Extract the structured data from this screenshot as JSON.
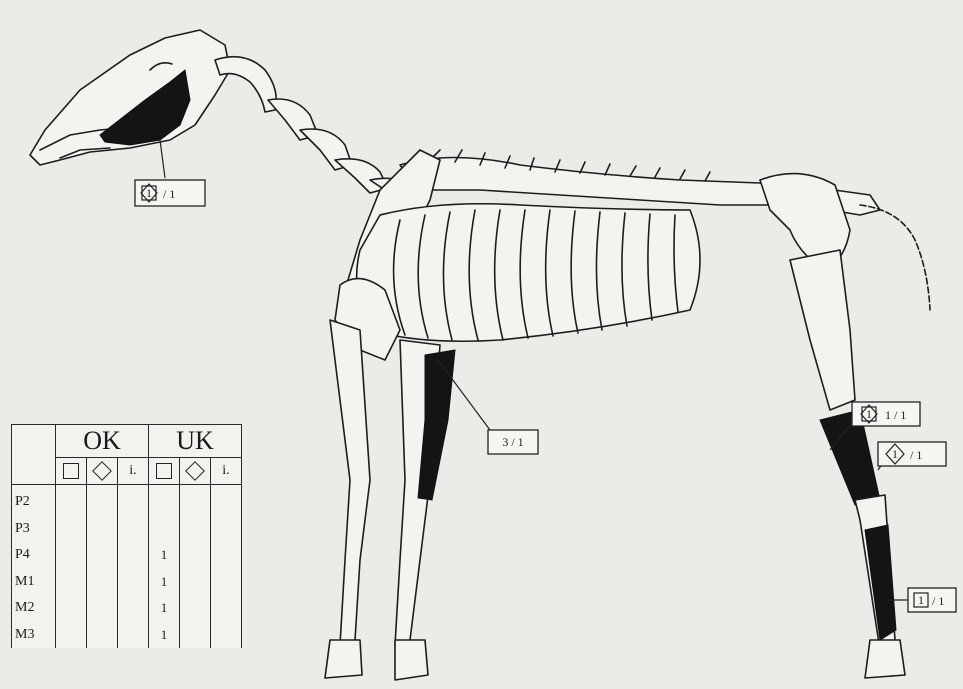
{
  "annotations": {
    "skull": "/ 1",
    "forelimb": "3 / 1",
    "hind_upper": "1 / 1",
    "hind_middle": "/ 1",
    "hind_lower_num": "1",
    "hind_lower": "/ 1",
    "skull_num": "1",
    "hind_upper_num": "1",
    "hind_middle_num": "1"
  },
  "table": {
    "groups": [
      "OK",
      "UK"
    ],
    "sub_headers": [
      "square-icon",
      "diamond-icon",
      "i."
    ],
    "rows": [
      {
        "label": "P2",
        "values": [
          "",
          "",
          "",
          "",
          "",
          ""
        ]
      },
      {
        "label": "P3",
        "values": [
          "",
          "",
          "",
          "",
          "",
          ""
        ]
      },
      {
        "label": "P4",
        "values": [
          "",
          "",
          "",
          "1",
          "",
          ""
        ]
      },
      {
        "label": "M1",
        "values": [
          "",
          "",
          "",
          "1",
          "",
          ""
        ]
      },
      {
        "label": "M2",
        "values": [
          "",
          "",
          "",
          "1",
          "",
          ""
        ]
      },
      {
        "label": "M3",
        "values": [
          "",
          "",
          "",
          "1",
          "",
          ""
        ]
      }
    ]
  }
}
